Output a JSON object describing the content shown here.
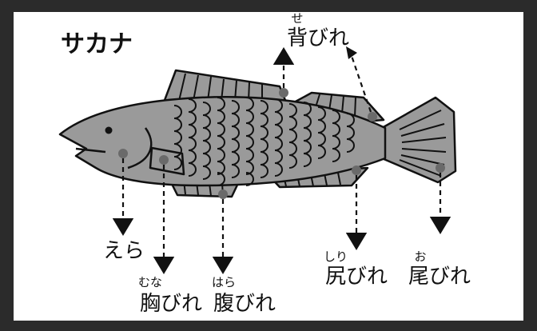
{
  "title": "サカナ",
  "labels": {
    "dorsal": {
      "ruby": "せ",
      "text": "背びれ"
    },
    "gill": {
      "text": "えら"
    },
    "pectoral": {
      "ruby": "むな",
      "text": "胸びれ"
    },
    "pelvic": {
      "ruby": "はら",
      "text": "腹びれ"
    },
    "anal": {
      "ruby": "しり",
      "text": "尻びれ"
    },
    "caudal": {
      "ruby": "お",
      "text": "尾びれ"
    }
  },
  "colors": {
    "frame": "#2b2b2b",
    "body": "#9a9a9a",
    "outline": "#111111",
    "marker": "#6a6a6a"
  }
}
